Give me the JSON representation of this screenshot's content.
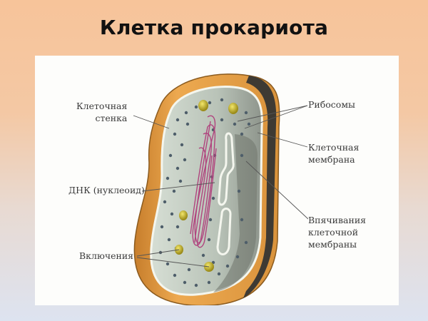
{
  "title": "Клетка прокариота",
  "labels": {
    "cell_wall": [
      "Клеточная",
      "стенка"
    ],
    "dna": "ДНК (нуклеоид)",
    "inclusions": "Включения",
    "ribosomes": "Рибосомы",
    "membrane": [
      "Клеточная",
      "мембрана"
    ],
    "invaginations": [
      "Впячивания",
      "клеточной",
      "мембраны"
    ]
  },
  "colors": {
    "cell_wall": "#E8A24A",
    "cell_wall_dark": "#3E3A33",
    "cytoplasm": "#C9D3C9",
    "membrane": "#F4F6EE",
    "ribosome": "#4E5E6A",
    "dna": "#B0457E",
    "inclusion": "#C9B92A",
    "background_top": "#F7C49A",
    "background_bottom": "#DDE3F0"
  }
}
